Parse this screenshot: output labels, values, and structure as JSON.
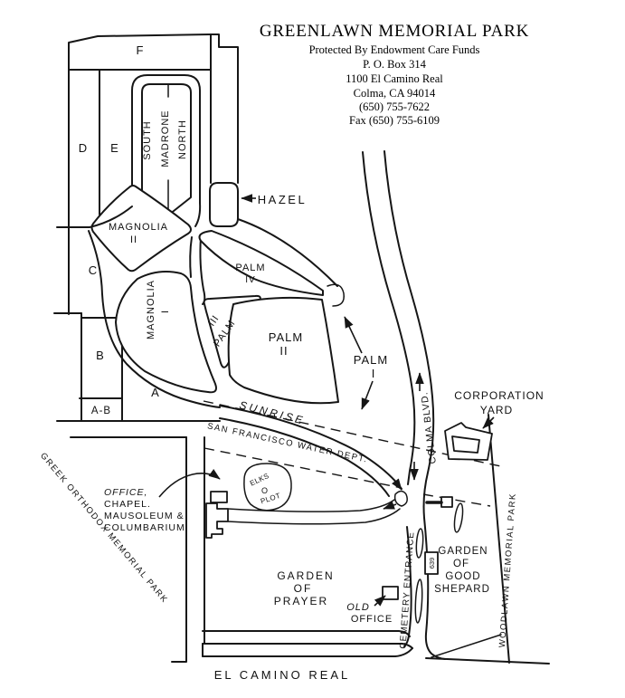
{
  "header": {
    "title": "GREENLAWN MEMORIAL PARK",
    "lines": [
      "Protected By Endowment Care Funds",
      "P. O. Box 314",
      "1100 El Camino Real",
      "Colma, CA 94014",
      "(650) 755-7622",
      "Fax (650) 755-6109"
    ]
  },
  "sections": {
    "f": "F",
    "d": "D",
    "e": "E",
    "c": "C",
    "b": "B",
    "a": "A",
    "ab": "A-B"
  },
  "madrone": {
    "south": "SOUTH",
    "middle": "MADRONE",
    "north": "NORTH"
  },
  "gardens": {
    "magnolia2": {
      "name": "MAGNOLIA",
      "num": "II"
    },
    "magnolia1": {
      "name": "MAGNOLIA",
      "num": "I"
    },
    "palm4": {
      "name": "PALM",
      "num": "IV"
    },
    "palm3": {
      "name": "PALM",
      "num": "III"
    },
    "palm2": {
      "name": "PALM",
      "num": "II"
    },
    "palm1": {
      "name": "PALM",
      "num": "I"
    }
  },
  "roads": {
    "hazel": "HAZEL",
    "sunrise": "SUNRISE",
    "colma": "COLMA BLVD.",
    "entrance": "CEMETERY ENTRANCE",
    "el_camino": "EL CAMINO REAL"
  },
  "places": {
    "water_dept": "SAN FRANCISCO WATER DEPT.",
    "corp_yard": [
      "CORPORATION",
      "YARD"
    ],
    "office_complex": [
      "OFFICE,",
      "CHAPEL.",
      "MAUSOLEUM &",
      "COLUMBARIUM"
    ],
    "elks": {
      "top": "ELKS",
      "o": "O",
      "bottom": "PLOT"
    },
    "garden_prayer": [
      "GARDEN",
      "OF",
      "PRAYER"
    ],
    "old_office": [
      "OLD",
      "OFFICE"
    ],
    "good_shepard": [
      "GARDEN",
      "OF",
      "GOOD",
      "SHEPARD"
    ],
    "gate_number": "639"
  },
  "neighbors": {
    "west": "GREEK ORTHODOX MEMORIAL PARK",
    "east": "WOODLAWN MEMORIAL PARK"
  },
  "colors": {
    "ink": "#161616",
    "paper": "#ffffff"
  }
}
